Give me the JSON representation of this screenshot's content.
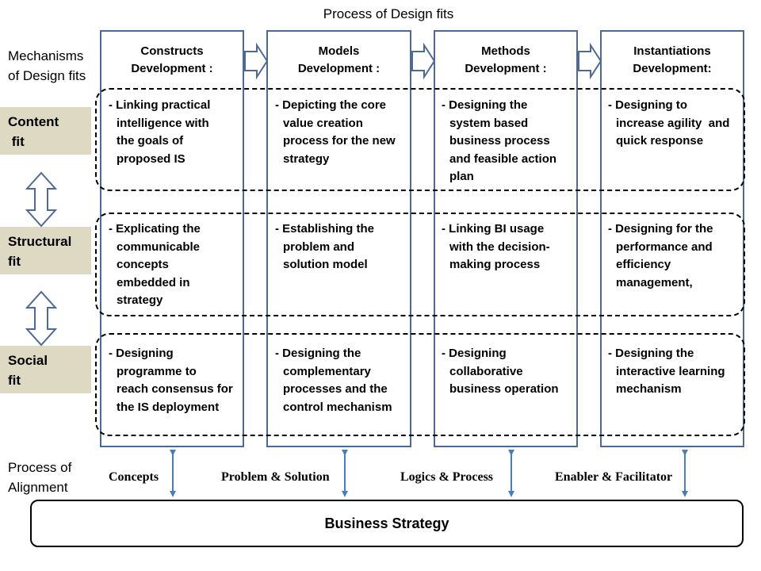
{
  "title": "Process of Design fits",
  "labels": {
    "mechanisms": "Mechanisms",
    "mechanisms2": "of Design fits",
    "alignment": "Process of",
    "alignment2": "Alignment"
  },
  "fits": [
    {
      "line1": "Content",
      "line2": " fit"
    },
    {
      "line1": "Structural",
      "line2": "fit"
    },
    {
      "line1": "Social",
      "line2": "fit"
    }
  ],
  "columns": [
    {
      "head1": "Constructs",
      "head2": "Development :"
    },
    {
      "head1": "Models",
      "head2": "Development :"
    },
    {
      "head1": "Methods",
      "head2": "Development :"
    },
    {
      "head1": "Instantiations",
      "head2": "Development:"
    }
  ],
  "cells": [
    [
      [
        "- Linking practical",
        "intelligence with",
        "the goals of",
        "proposed IS"
      ],
      [
        "- Depicting the core",
        "value creation",
        "process for the new",
        "strategy"
      ],
      [
        "- Designing the",
        "system based",
        "business process",
        "and feasible action",
        "plan"
      ],
      [
        "- Designing to",
        "increase agility  and",
        "quick response"
      ]
    ],
    [
      [
        "- Explicating the",
        "communicable",
        "concepts",
        "embedded in",
        "strategy"
      ],
      [
        "- Establishing the",
        "problem and",
        "solution model"
      ],
      [
        "- Linking BI usage",
        "with the decision-",
        "making process"
      ],
      [
        "- Designing for the",
        "performance and",
        "efficiency",
        "management,"
      ]
    ],
    [
      [
        "- Designing",
        "programme to",
        "reach consensus for",
        "the IS deployment"
      ],
      [
        "- Designing the",
        "complementary",
        "processes and the",
        "control mechanism"
      ],
      [
        "- Designing",
        "collaborative",
        "business operation"
      ],
      [
        "- Designing the",
        "interactive learning",
        "mechanism"
      ]
    ]
  ],
  "alignment_links": [
    "Concepts",
    "Problem & Solution",
    "Logics & Process",
    "Enabler & Facilitator"
  ],
  "strategy": "Business Strategy",
  "colors": {
    "column_border": "#4f6a92",
    "fit_band": "#ddd9c3",
    "arrow": "#4f6a92",
    "link": "#4a7ebb"
  }
}
